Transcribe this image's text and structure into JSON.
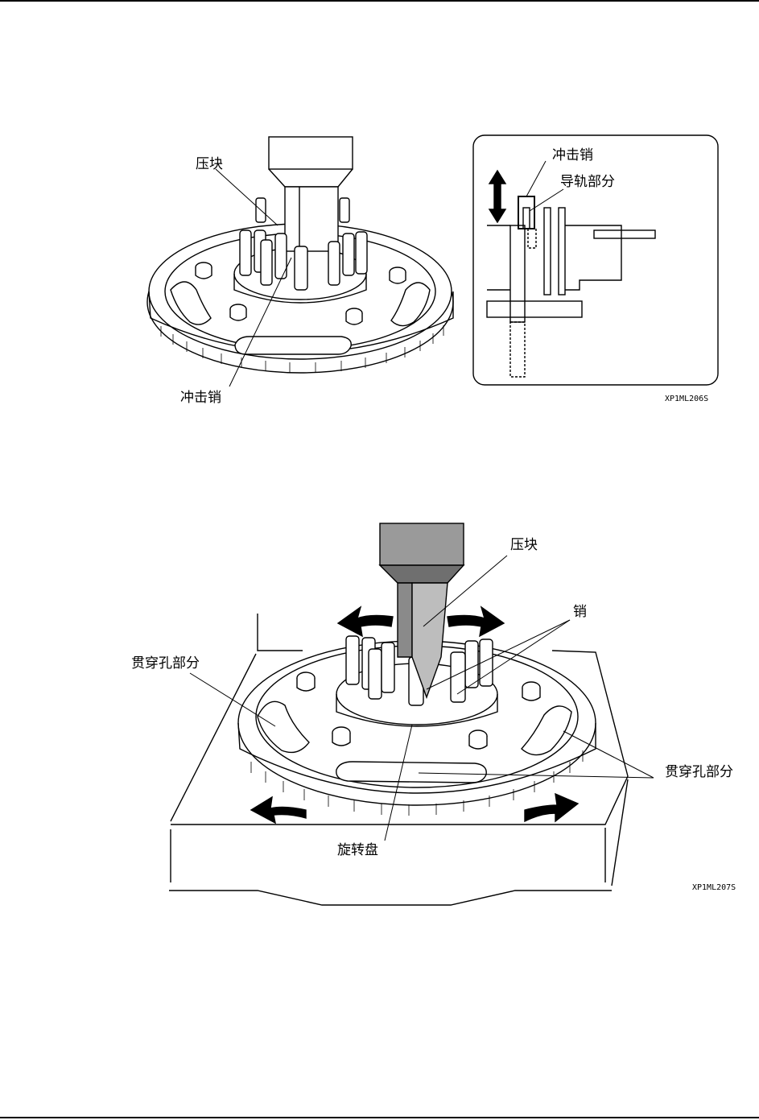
{
  "figure1": {
    "labels": {
      "press_block": "压块",
      "impact_pin_bottom": "冲击销",
      "impact_pin_inset": "冲击销",
      "guide_part": "导轨部分"
    },
    "code": "XP1ML206S"
  },
  "figure2": {
    "labels": {
      "press_block": "压块",
      "pin": "销",
      "through_hole_left": "贯穿孔部分",
      "through_hole_right": "贯穿孔部分",
      "rotating_disc": "旋转盘"
    },
    "code": "XP1ML207S"
  }
}
